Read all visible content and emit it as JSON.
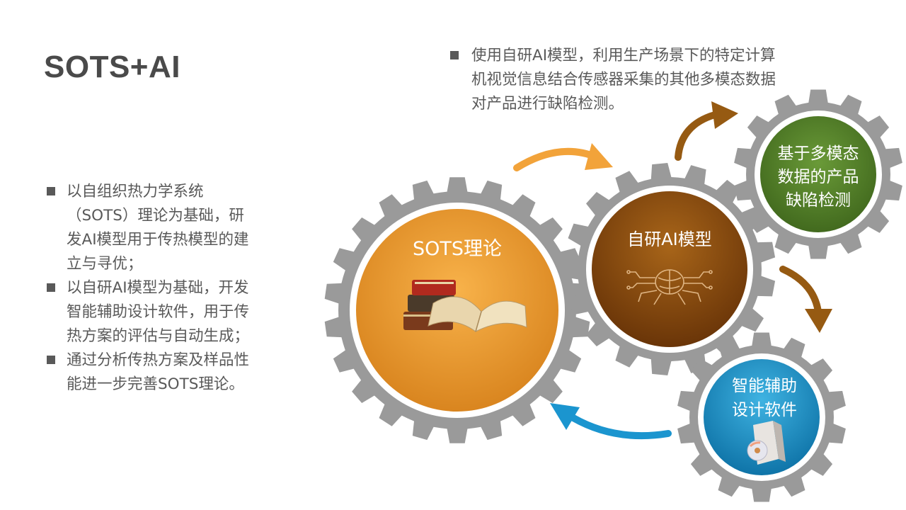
{
  "title": "SOTS+AI",
  "left_bullets": [
    "以自组织热力学系统（SOTS）理论为基础，研发AI模型用于传热模型的建立与寻优；",
    "以自研AI模型为基础，开发智能辅助设计软件，用于传热方案的评估与自动生成；",
    "通过分析传热方案及样品性能进一步完善SOTS理论。"
  ],
  "top_note": "使用自研AI模型，利用生产场景下的特定计算机视觉信息结合传感器采集的其他多模态数据对产品进行缺陷检测。",
  "gears": {
    "sots": {
      "label": "SOTS理论",
      "color": "#ef9a2a",
      "icon": "books-icon"
    },
    "ai_model": {
      "label": "自研AI模型",
      "color": "#8a4b10",
      "icon": "brain-circuit-icon"
    },
    "defect": {
      "line1": "基于多模态",
      "line2": "数据的产品",
      "line3": "缺陷检测",
      "color": "#4f7a28"
    },
    "software": {
      "line1": "智能辅助",
      "line2": "设计软件",
      "color": "#1f92c4",
      "icon": "software-box-icon"
    }
  },
  "arrow_colors": {
    "orange": "#f2a33a",
    "brown": "#965a12",
    "blue": "#1b95cf"
  },
  "gear_ring_color": "#9a9a9a"
}
